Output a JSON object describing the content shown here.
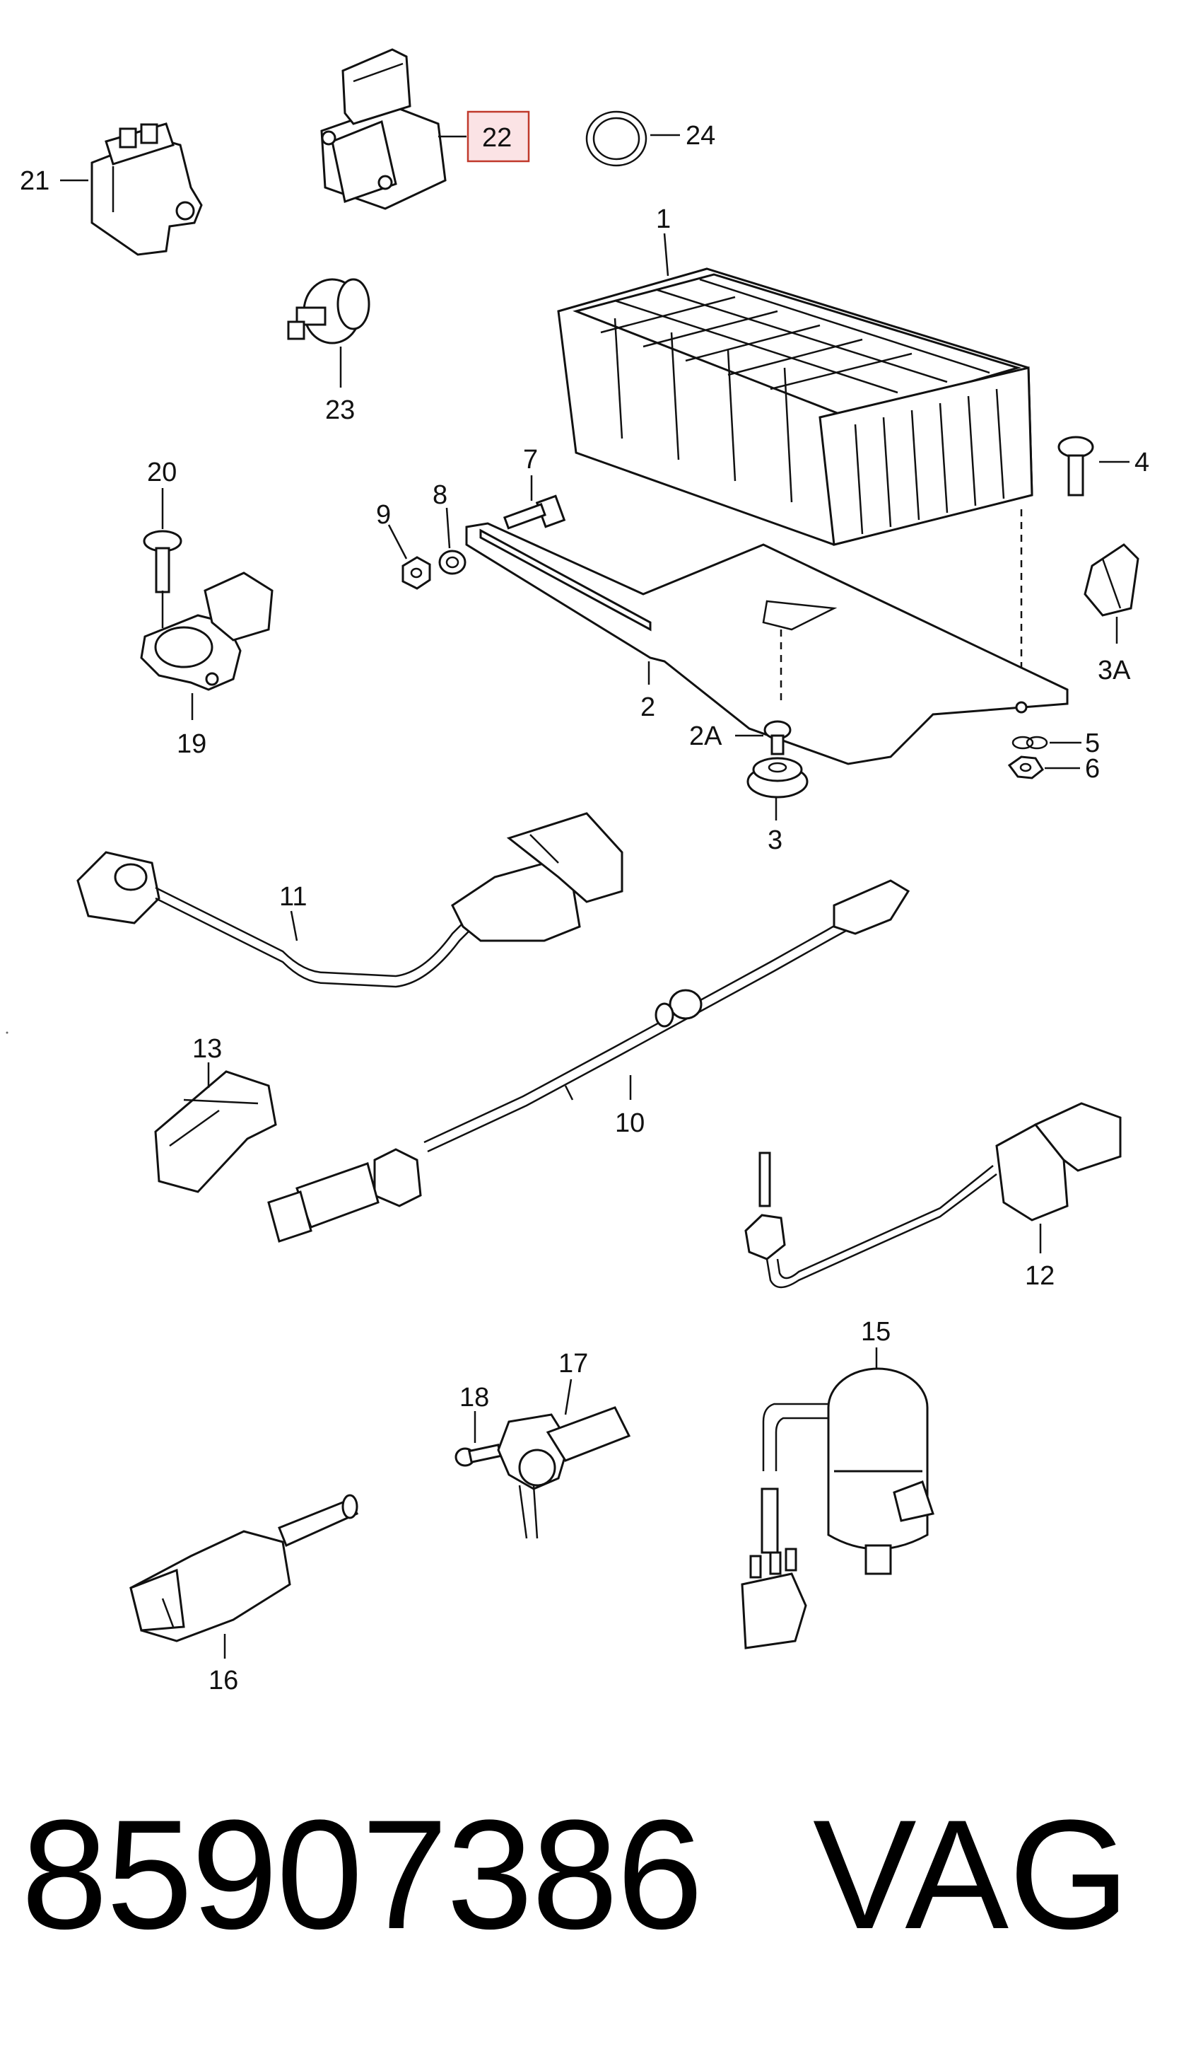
{
  "callouts": {
    "c1": "1",
    "c2": "2",
    "c2a": "2A",
    "c3": "3",
    "c3a": "3A",
    "c4": "4",
    "c5": "5",
    "c6": "6",
    "c7": "7",
    "c8": "8",
    "c9": "9",
    "c10": "10",
    "c11": "11",
    "c12": "12",
    "c13": "13",
    "c15": "15",
    "c16": "16",
    "c17": "17",
    "c18": "18",
    "c19": "19",
    "c20": "20",
    "c21": "21",
    "c22": "22",
    "c23": "23",
    "c24": "24"
  },
  "highlighted_callout": "22",
  "colors": {
    "highlight_fill": "#fbe3e5",
    "highlight_stroke": "#c0392b",
    "line": "#111111"
  },
  "footer": {
    "part_number": "85907386",
    "brand": "VAG"
  }
}
